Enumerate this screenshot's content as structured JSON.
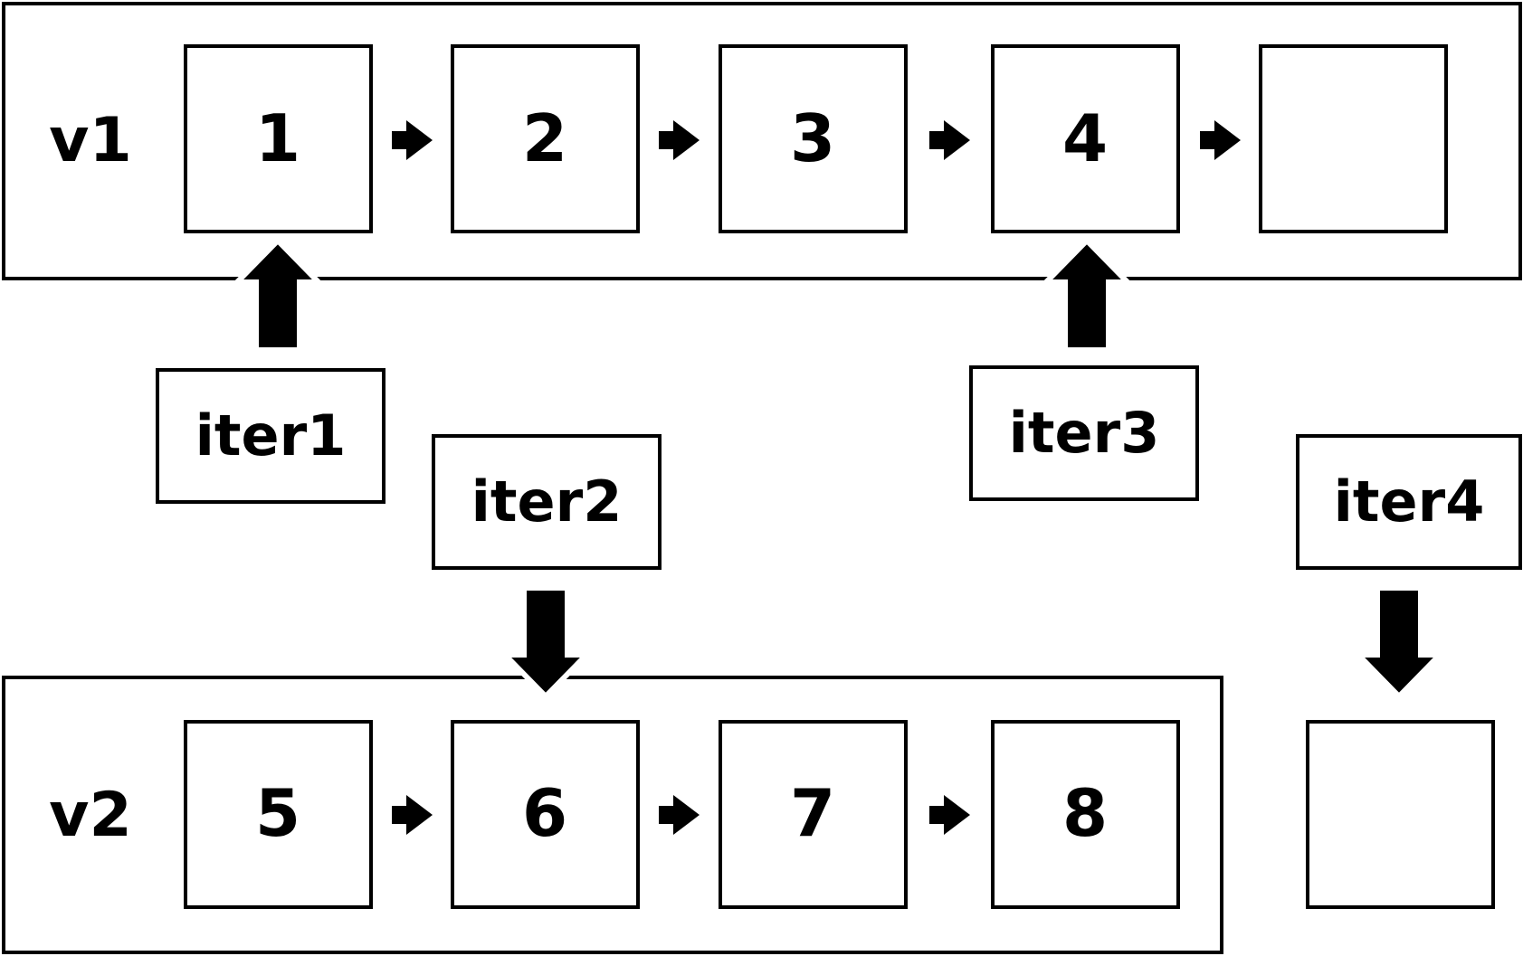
{
  "vectors": {
    "v1": {
      "label": "v1",
      "cells": [
        "1",
        "2",
        "3",
        "4",
        ""
      ]
    },
    "v2": {
      "label": "v2",
      "cells": [
        "5",
        "6",
        "7",
        "8"
      ]
    },
    "detached_cell": ""
  },
  "iterators": {
    "iter1": {
      "label": "iter1",
      "points_to": "v1 cell 1"
    },
    "iter2": {
      "label": "iter2",
      "points_to": "v2 cell 6"
    },
    "iter3": {
      "label": "iter3",
      "points_to": "v1 cell 4"
    },
    "iter4": {
      "label": "iter4",
      "points_to": "detached empty cell"
    }
  },
  "colors": {
    "stroke": "#000000",
    "background": "#ffffff"
  }
}
